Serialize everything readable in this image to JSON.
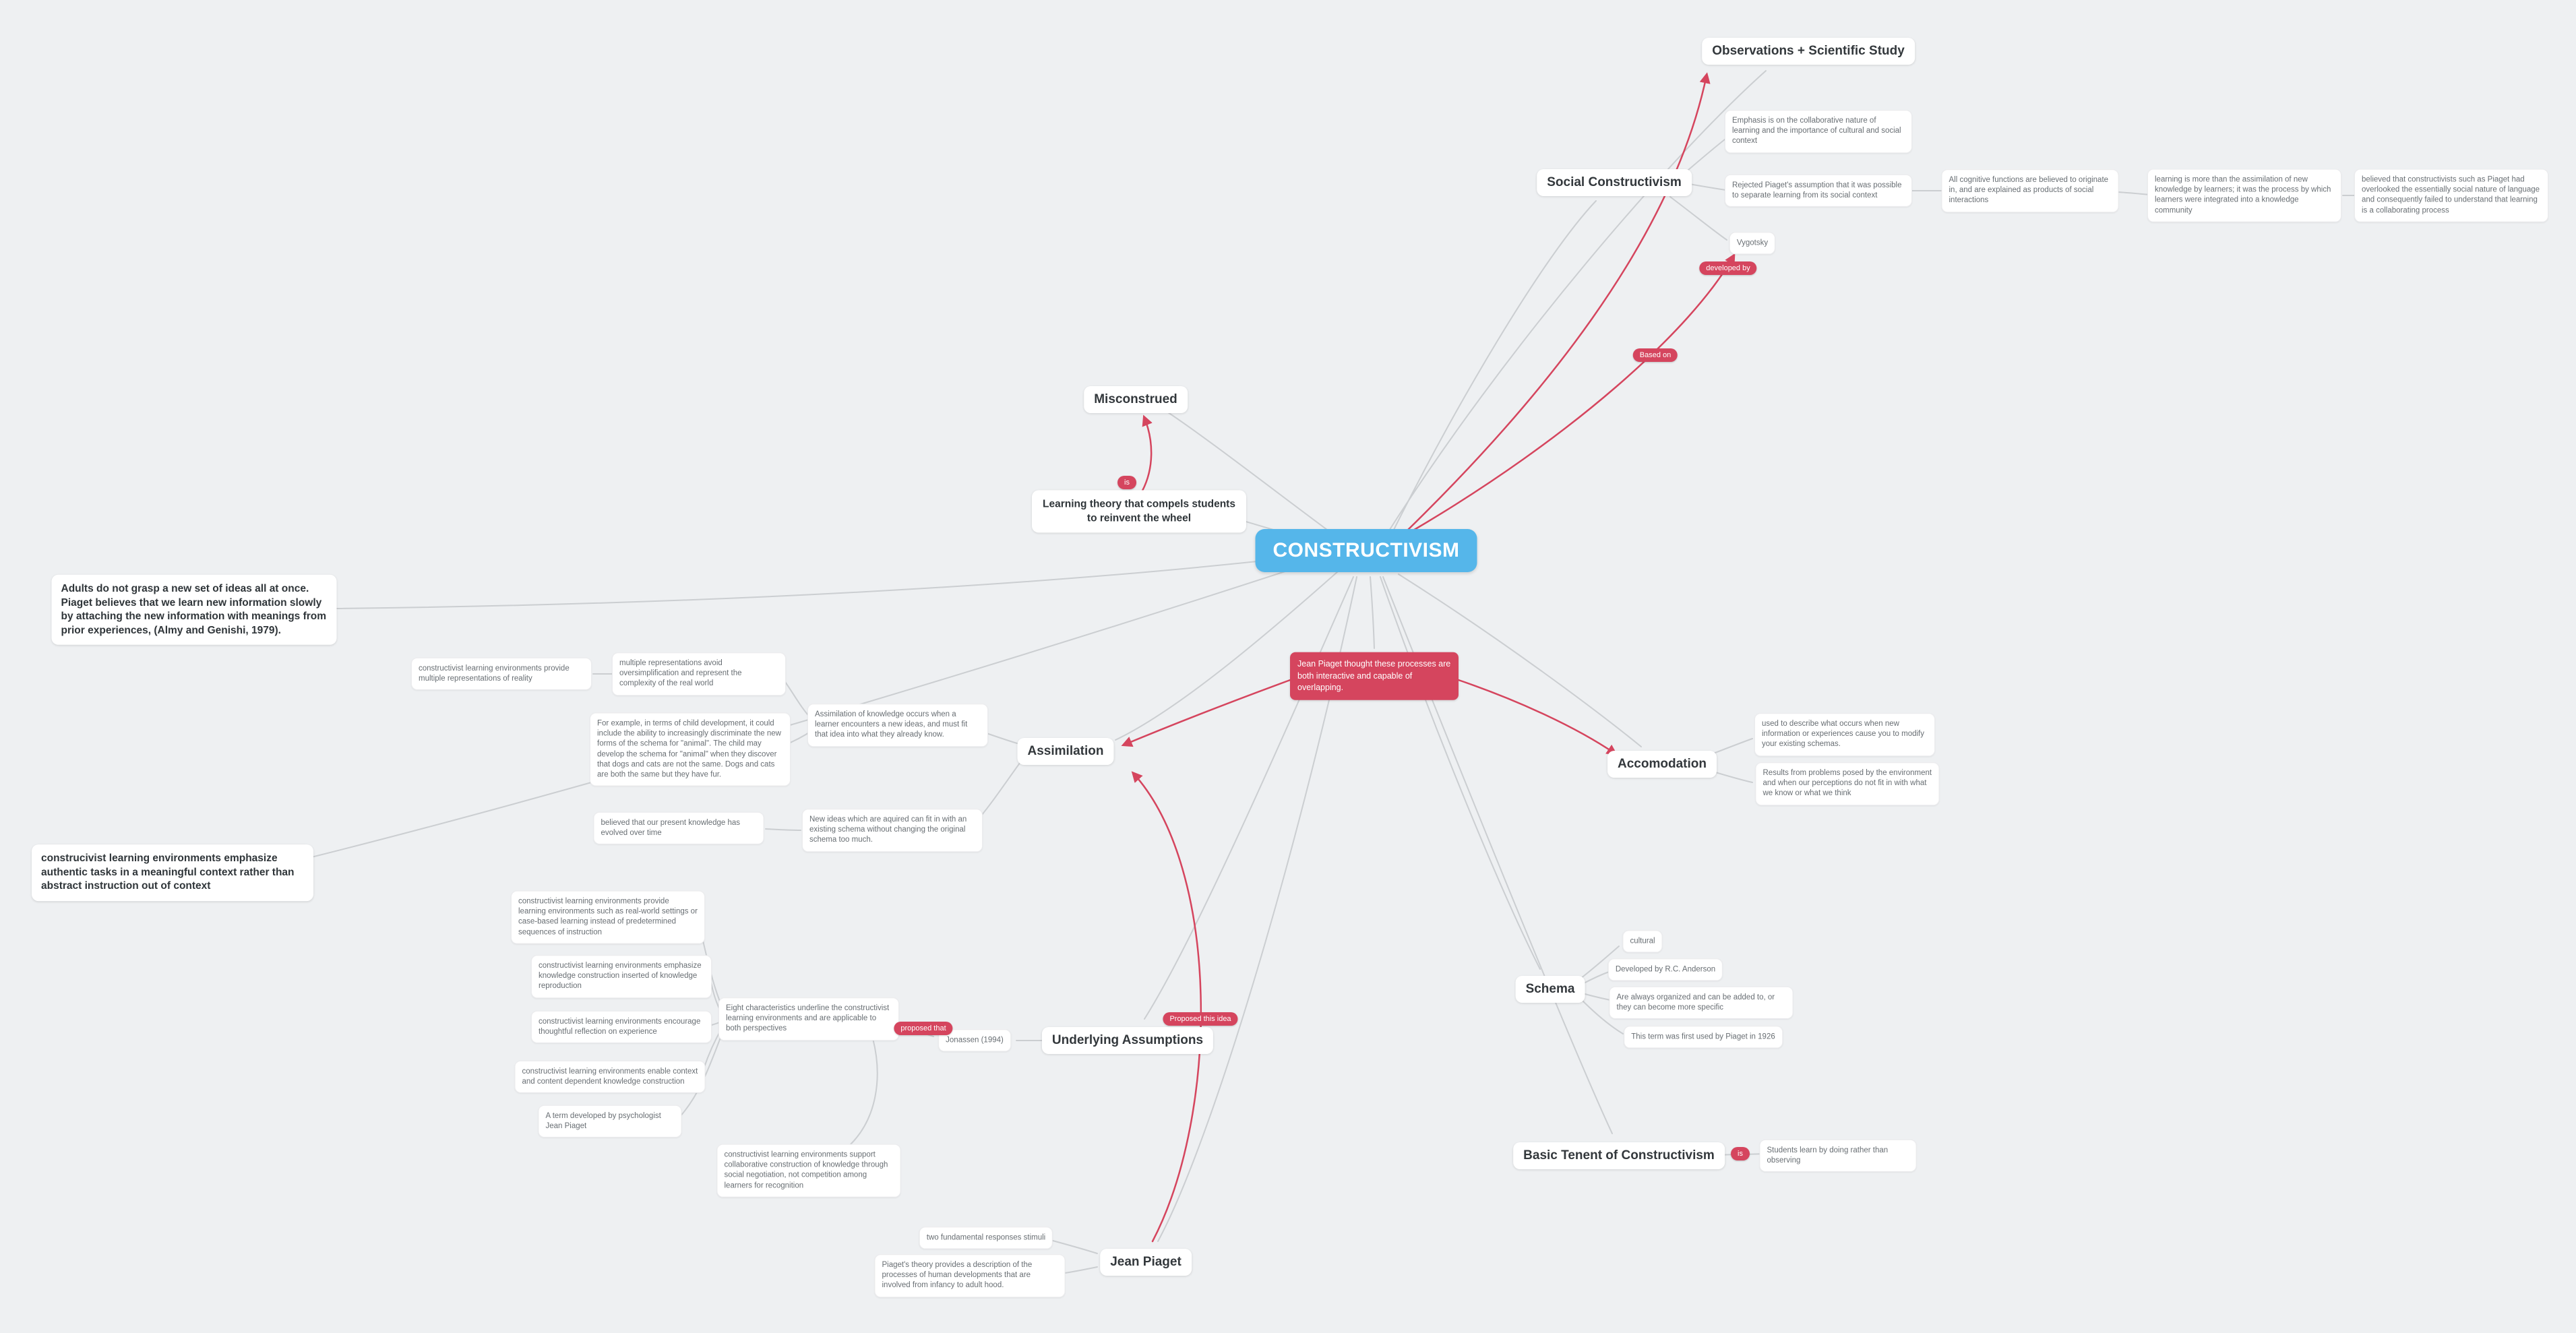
{
  "colors": {
    "background": "#eef0f2",
    "accent_blue": "#55b6ea",
    "accent_red": "#d5455e",
    "connector_gray": "#cbced1",
    "topic_text": "#33383c",
    "note_text": "#686e73"
  },
  "center": {
    "label": "CONSTRUCTIVISM"
  },
  "topics": {
    "observations": "Observations + Scientific Study",
    "social": "Social Constructivism",
    "misconstrued": "Misconstrued",
    "assimilation": "Assimilation",
    "accomodation": "Accomodation",
    "underlying": "Underlying Assumptions",
    "schema": "Schema",
    "basic_tenent": "Basic Tenent of Constructivism",
    "jean_piaget": "Jean Piaget"
  },
  "bold_notes": {
    "adults": "Adults do not grasp a new set of ideas all at once. Piaget believes that we learn new information slowly by attaching the new information with meanings from prior experiences, (Almy and Genishi, 1979).",
    "authentic": "construcivist learning environments emphasize authentic tasks in a meaningful context rather than abstract instruction out of context",
    "learning_theory": "Learning theory that compels students to reinvent the wheel"
  },
  "red_box": {
    "text": "Jean Piaget thought these processes are both interactive and capable of overlapping."
  },
  "edge_labels": {
    "based_on": "Based on",
    "developed_by": "developed by",
    "proposed_that": "proposed that",
    "proposed_this_idea": "Proposed this idea",
    "is_tenent": "is",
    "is_misconstrued": "is"
  },
  "notes": {
    "emphasis": "Emphasis is on the collaborative nature of learning and the importance of cultural and social context",
    "rejected": "Rejected Piaget's assumption that it was possible to separate learning from its social context",
    "cognitive": "All cognitive functions are believed to originate in, and are explained as products of social interactions",
    "knowledge_community": "learning is more than the assimilation of new knowledge by learners; it was the process by which learners were integrated into a knowledge community",
    "language": "believed that constructivists such as Piaget had overlooked the essentially social nature of language and consequently failed to understand that learning is a collaborating process",
    "vygotsky": "Vygotsky",
    "multi_rep_reality": "constructivist learning environments provide multiple representations of reality",
    "multi_rep_avoid": "multiple representations avoid oversimplification and represent the complexity of the real world",
    "for_example": "For example, in terms of child development, it could include the ability to increasingly discriminate the new forms of the schema for \"animal\". The child may develop the schema for \"animal\" when they discover that dogs and cats are not the same. Dogs and cats are both the same but they have fur.",
    "assimilation_def": "Assimilation of knowledge occurs when a learner encounters a new ideas, and must fit that idea into what they already know.",
    "present_knowledge": "believed that our present knowledge has evolved over time",
    "new_ideas": "New ideas which are aquired can fit in with an existing schema without changing the original schema too much.",
    "modify_schemas": "used to describe what occurs when new information or experiences cause you to modify your existing schemas.",
    "results_problems": "Results from problems posed by the environment and when our perceptions do not fit in with what we know or what we think",
    "real_world": "constructivist learning environments provide learning environments such as real-world settings or case-based learning instead of predetermined sequences of instruction",
    "knowledge_construction": "constructivist learning environments emphasize knowledge construction inserted of knowledge reproduction",
    "thoughtful_reflection": "constructivist learning environments encourage thoughtful reflection on experience",
    "context_dependent": "constructivist learning environments enable context and content dependent knowledge construction",
    "term_piaget": "A term developed by psychologist Jean Piaget",
    "eight_characteristics": "Eight characteristics underline the constructivist learning environments and are applicable to both perspectives",
    "jonassen": "Jonassen (1994)",
    "collaborative": "constructivist learning environments support collaborative construction of knowledge through social negotiation, not competition among learners for recognition",
    "cultural": "cultural",
    "rc_anderson": "Developed by R.C. Anderson",
    "organized": "Are always organized and can be added to, or they can become more specific",
    "first_used": "This term was first used by Piaget in 1926",
    "students_learn": "Students learn by doing rather than observing",
    "responses_stimuli": "two fundamental responses stimuli",
    "piagets_theory": "Piaget's theory provides a description of the processes of human developments that are involved from infancy to adult hood."
  }
}
